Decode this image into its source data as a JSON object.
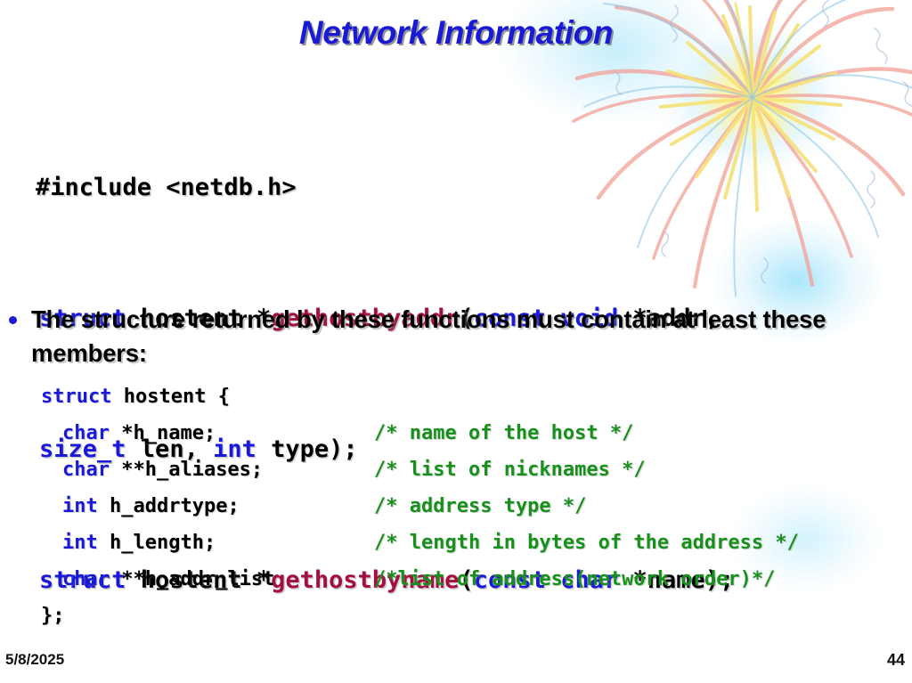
{
  "slide": {
    "title": "Network Information",
    "title_color": "#1a1ad6",
    "background_color": "#ffffff"
  },
  "decoration": {
    "firework_name": "firework-burst-graphic",
    "firework_colors": [
      "#f4a29a",
      "#f7e07a",
      "#a8dcf0"
    ],
    "glow_color": "#8fd9f5"
  },
  "code_top": {
    "lines": [
      {
        "name": "include-line",
        "tokens": [
          {
            "text": "#include <netdb.h>",
            "class": "pl"
          }
        ]
      },
      {
        "name": "gethostbyaddr-line",
        "tokens": [
          {
            "text": "struct",
            "class": "kw"
          },
          {
            "text": " hostent *",
            "class": "pl"
          },
          {
            "text": "gethostbyaddr",
            "class": "fn"
          },
          {
            "text": "(",
            "class": "pl"
          },
          {
            "text": "const void",
            "class": "kw"
          },
          {
            "text": " *addr,",
            "class": "pl"
          }
        ]
      },
      {
        "name": "gethostbyaddr-continuation-line",
        "tokens": [
          {
            "text": "size_t",
            "class": "kw"
          },
          {
            "text": " len, ",
            "class": "pl"
          },
          {
            "text": "int",
            "class": "kw"
          },
          {
            "text": " type);",
            "class": "pl"
          }
        ]
      },
      {
        "name": "gethostbyname-line",
        "tokens": [
          {
            "text": "struct",
            "class": "kw"
          },
          {
            "text": " hostent *",
            "class": "pl"
          },
          {
            "text": "gethostbyname",
            "class": "fn"
          },
          {
            "text": "(",
            "class": "pl"
          },
          {
            "text": "const char",
            "class": "kw"
          },
          {
            "text": " *name);",
            "class": "pl"
          }
        ]
      }
    ]
  },
  "bullet": {
    "marker_color": "#1a1ad6",
    "text": "The structure returned by these functions must contain at least these members:"
  },
  "struct_block": {
    "rows": [
      {
        "name": "struct-open-row",
        "indent": false,
        "code": [
          {
            "text": "struct",
            "class": "kw"
          },
          {
            "text": " hostent {",
            "class": "pl"
          }
        ],
        "comment": ""
      },
      {
        "name": "h-name-row",
        "indent": true,
        "code": [
          {
            "text": "char",
            "class": "kw"
          },
          {
            "text": " *h_name;",
            "class": "pl"
          }
        ],
        "comment": "/* name of the host */"
      },
      {
        "name": "h-aliases-row",
        "indent": true,
        "code": [
          {
            "text": "char",
            "class": "kw"
          },
          {
            "text": " **h_aliases;",
            "class": "pl"
          }
        ],
        "comment": "/* list of nicknames */"
      },
      {
        "name": "h-addrtype-row",
        "indent": true,
        "code": [
          {
            "text": "int",
            "class": "kw"
          },
          {
            "text": " h_addrtype;",
            "class": "pl"
          }
        ],
        "comment": "/* address type */"
      },
      {
        "name": "h-length-row",
        "indent": true,
        "code": [
          {
            "text": "int",
            "class": "kw"
          },
          {
            "text": " h_length;",
            "class": "pl"
          }
        ],
        "comment": "/* length in bytes of the address */"
      },
      {
        "name": "h-addr-list-row",
        "indent": true,
        "code": [
          {
            "text": "char",
            "class": "kw"
          },
          {
            "text": " **h_addr_list",
            "class": "pl"
          }
        ],
        "comment": "/*list of address(network order)*/"
      },
      {
        "name": "struct-close-row",
        "indent": false,
        "code": [
          {
            "text": "};",
            "class": "pl"
          }
        ],
        "comment": ""
      }
    ]
  },
  "footer": {
    "date": "5/8/2025",
    "page_number": "44"
  },
  "colors": {
    "keyword": "#1a1ad6",
    "function": "#a31040",
    "comment": "#17901c",
    "plain": "#000000"
  }
}
